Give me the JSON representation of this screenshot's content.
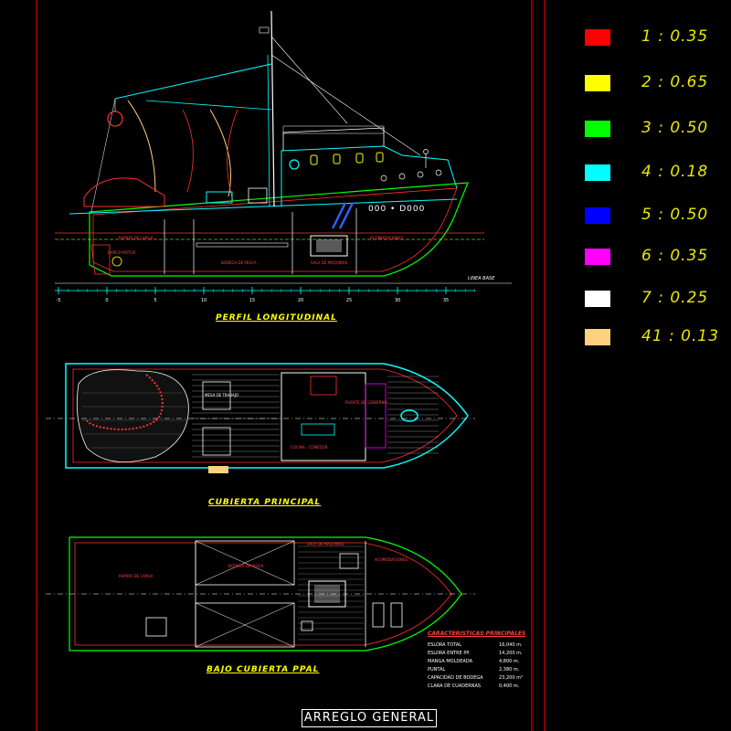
{
  "title": "ARREGLO GENERAL",
  "legend": [
    {
      "color": "#ff0000",
      "label": "1 : 0.35"
    },
    {
      "color": "#ffff00",
      "label": "2 : 0.65"
    },
    {
      "color": "#00ff00",
      "label": "3 : 0.50"
    },
    {
      "color": "#00ffff",
      "label": "4 : 0.18"
    },
    {
      "color": "#0000ff",
      "label": "5 : 0.50"
    },
    {
      "color": "#ff00ff",
      "label": "6 : 0.35"
    },
    {
      "color": "#ffffff",
      "label": "7 : 0.25"
    },
    {
      "color": "#ffd080",
      "label": "41 : 0.13"
    }
  ],
  "views": {
    "profile": "PERFIL LONGITUDINAL",
    "main_deck": "CUBIERTA PRINCIPAL",
    "below_deck": "BAJO CUBIERTA PPAL"
  },
  "hull_number": "000 • D000",
  "baseline": "LINEA BASE",
  "profile_labels": [
    "BODEGA DE PESCA",
    "SALA DE MAQUINAS",
    "ACOMODACIONES",
    "RAPIDO DE CARGA",
    "BARCO MOTOR"
  ],
  "deck_labels": [
    "MESA DE TRABAJO",
    "COCINA - COMEDOR",
    "PUENTE DE GOBIERNO"
  ],
  "below_labels": [
    "SALA DE MAQUINAS",
    "BODEGA DE PESCA",
    "ACOMODACIONES",
    "RAPIDO DE CARGA"
  ],
  "characteristics": {
    "title": "CARACTERISTICAS PRINCIPALES",
    "rows": [
      {
        "label": "ESLORA TOTAL",
        "value": "16,040 m."
      },
      {
        "label": "ESLORA ENTRE PP.",
        "value": "14,200 m."
      },
      {
        "label": "MANGA MOLDEADA",
        "value": "4,800 m."
      },
      {
        "label": "PUNTAL",
        "value": "2,380 m."
      },
      {
        "label": "CAPACIDAD DE BODEGA",
        "value": "23,200 m³"
      },
      {
        "label": "CLARA DE CUADERNAS",
        "value": "0,400 m."
      }
    ]
  },
  "scale_ticks": [
    "-5",
    "0",
    "5",
    "10",
    "15",
    "20",
    "25",
    "30",
    "35"
  ]
}
